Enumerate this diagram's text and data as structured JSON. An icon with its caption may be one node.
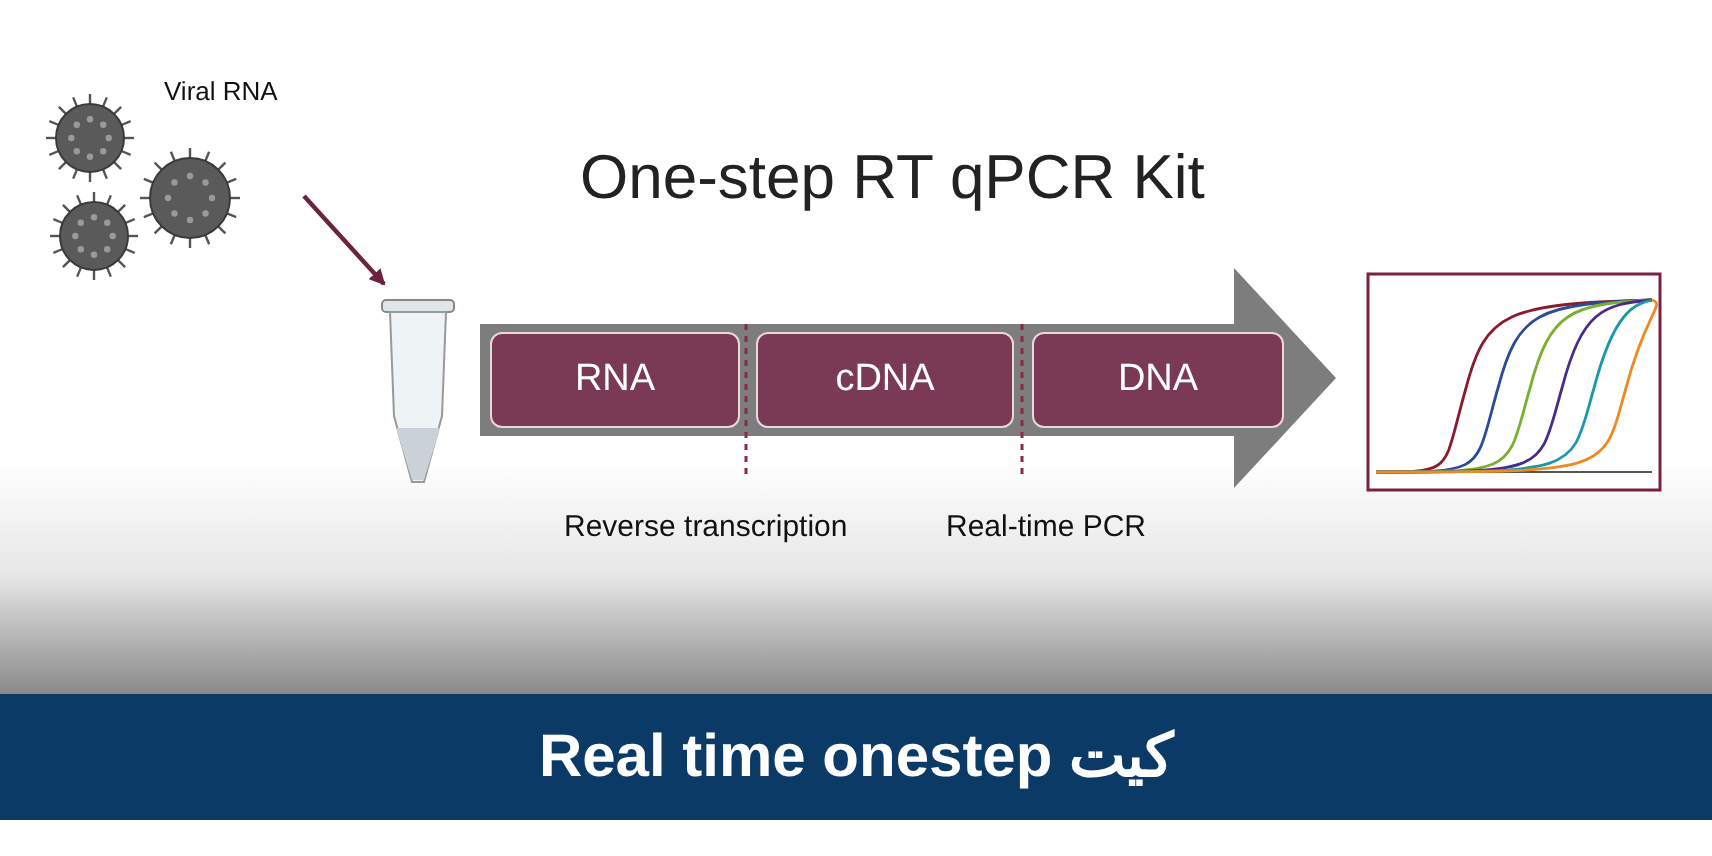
{
  "diagram": {
    "title": "One-step RT qPCR Kit",
    "nodes": [
      {
        "text": [],
        "shape": "picture",
        "beside": [
          "Viral RNA"
        ]
      },
      {
        "text": [],
        "shape": "picture"
      },
      {
        "text": [],
        "shape": "arrow"
      },
      {
        "text": [
          "RNA"
        ],
        "in": 2
      },
      {
        "text": [
          "cDNA"
        ],
        "in": 2
      },
      {
        "text": [
          "DNA"
        ],
        "in": 2
      },
      {
        "text": [],
        "shape": "picture"
      },
      {
        "text": [
          "Real time onestep کیت"
        ]
      }
    ],
    "edges": [
      {
        "from": 0,
        "to": 1,
        "arrow": "to"
      }
    ],
    "labels": [
      "Reverse transcription",
      "Real-time PCR"
    ]
  }
}
